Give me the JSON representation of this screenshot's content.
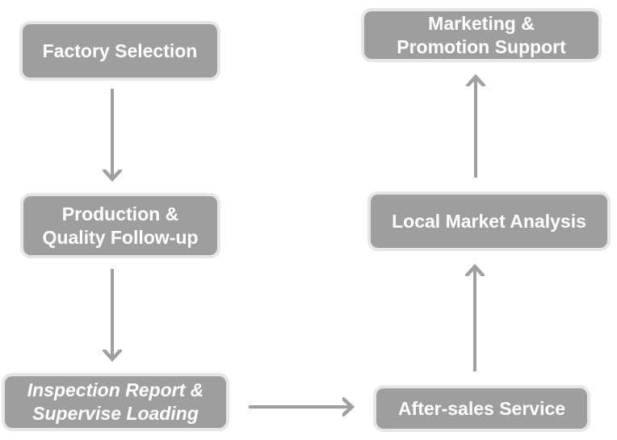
{
  "flow": {
    "factory_selection": {
      "line1": "Factory Selection"
    },
    "production": {
      "line1": "Production &",
      "line2": "Quality Follow-up"
    },
    "inspection": {
      "line1": "Inspection Report &",
      "line2": "Supervise Loading"
    },
    "after_sales": {
      "line1": "After-sales Service"
    },
    "local_market": {
      "line1": "Local Market Analysis"
    },
    "marketing": {
      "line1": "Marketing &",
      "line2": "Promotion Support"
    }
  },
  "colors": {
    "node_fill": "#9e9e9e",
    "node_border": "#e6e6e6",
    "arrow": "#a0a0a0",
    "text": "#ffffff"
  }
}
